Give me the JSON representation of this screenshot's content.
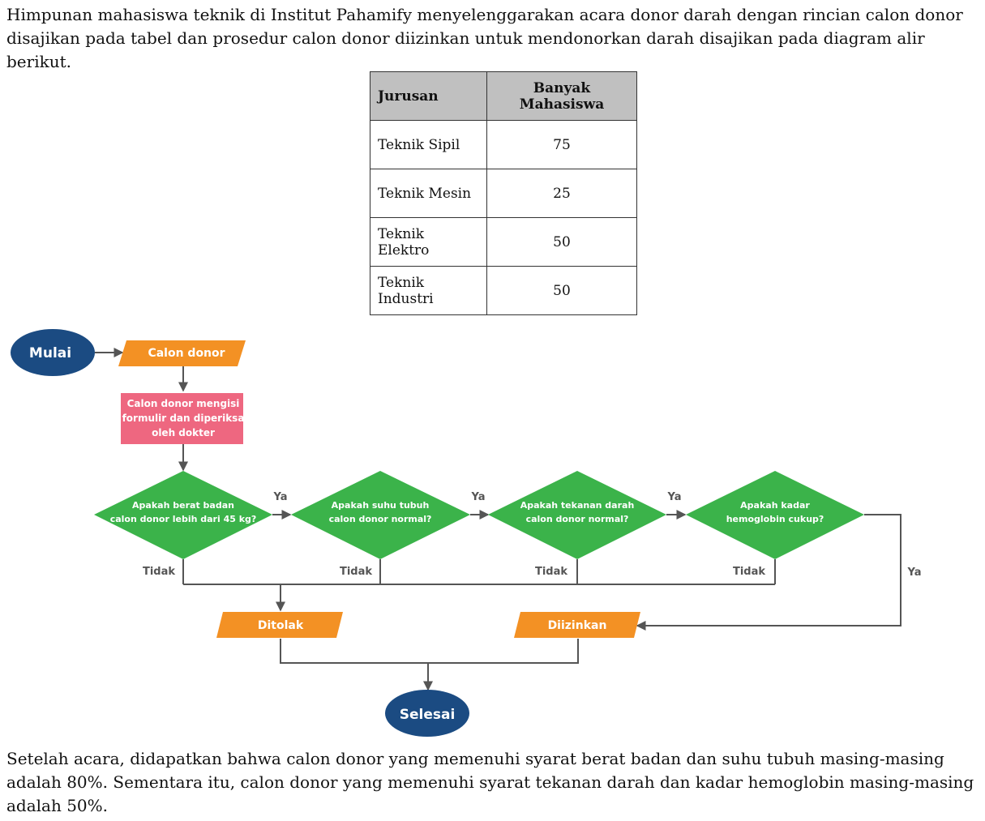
{
  "intro": "Himpunan mahasiswa teknik di Institut Pahamify menyelenggarakan acara donor darah dengan rincian calon donor disajikan pada tabel dan prosedur calon donor diizinkan untuk mendonorkan darah disajikan pada diagram alir berikut.",
  "table": {
    "headers": [
      "Jurusan",
      "Banyak Mahasiswa"
    ],
    "rows": [
      {
        "jurusan": "Teknik Sipil",
        "jumlah": "75"
      },
      {
        "jurusan": "Teknik Mesin",
        "jumlah": "25"
      },
      {
        "jurusan": "Teknik Elektro",
        "jumlah": "50"
      },
      {
        "jurusan": "Teknik Industri",
        "jumlah": "50"
      }
    ]
  },
  "flow": {
    "start": "Mulai",
    "input": "Calon donor",
    "process": [
      "Calon donor mengisi",
      "formulir dan diperiksa",
      "oleh dokter"
    ],
    "decisions": [
      [
        "Apakah berat badan",
        "calon donor lebih dari 45 kg?"
      ],
      [
        "Apakah suhu tubuh",
        "calon donor normal?"
      ],
      [
        "Apakah tekanan darah",
        "calon donor normal?"
      ],
      [
        "Apakah kadar",
        "hemoglobin cukup?"
      ]
    ],
    "yes": "Ya",
    "no": "Tidak",
    "rejected": "Ditolak",
    "allowed": "Diizinkan",
    "end": "Selesai",
    "colors": {
      "terminal": "#1b4b82",
      "io": "#f39124",
      "process": "#ee6780",
      "decision": "#3bb34a",
      "line": "#555555"
    }
  },
  "outro": "Setelah acara, didapatkan bahwa calon donor yang memenuhi syarat berat badan dan suhu tubuh masing-masing adalah 80%. Sementara itu, calon donor yang memenuhi syarat tekanan darah dan kadar hemoglobin masing-masing adalah 50%."
}
